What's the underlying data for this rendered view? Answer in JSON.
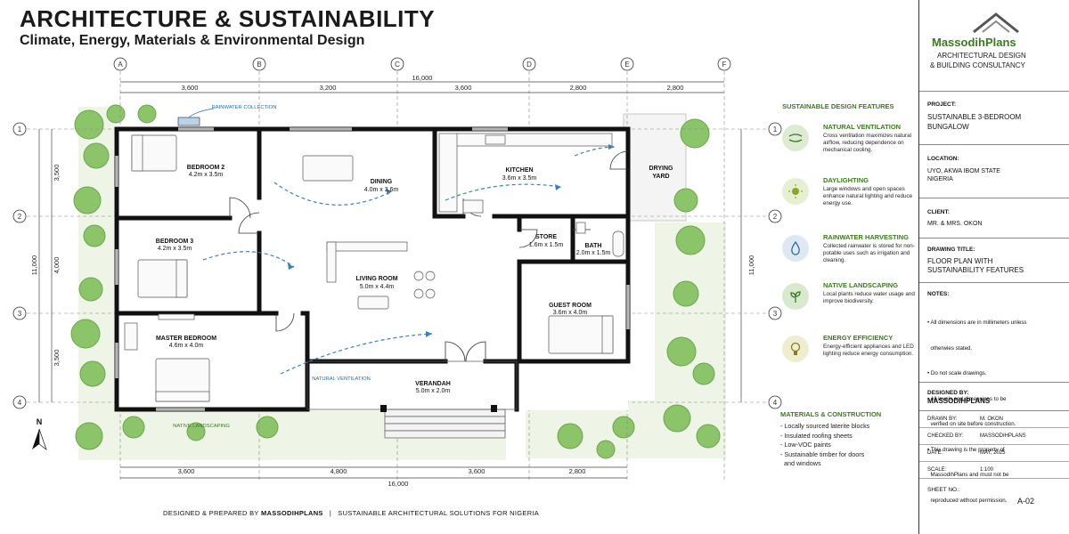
{
  "header": {
    "title": "ARCHITECTURE & SUSTAINABILITY",
    "subtitle": "Climate, Energy, Materials & Environmental Design"
  },
  "plan": {
    "grid_columns": [
      "A",
      "B",
      "C",
      "D",
      "E",
      "F"
    ],
    "grid_rows": [
      "1",
      "2",
      "3",
      "4"
    ],
    "top_total": "16,000",
    "top_dims": [
      "3,600",
      "3,200",
      "3,600",
      "2,800",
      "2,800"
    ],
    "bottom_total": "16,000",
    "bottom_dims": [
      "3,600",
      "4,800",
      "3,600",
      "2,800"
    ],
    "left_dims": [
      "3,500",
      "4,000",
      "3,500"
    ],
    "left_total": "11,000",
    "right_total": "11,000",
    "north": "N",
    "rooms": {
      "bedroom2": {
        "name": "BEDROOM 2",
        "size": "4.2m x 3.5m"
      },
      "dining": {
        "name": "DINING",
        "size": "4.0m x 3.6m"
      },
      "kitchen": {
        "name": "KITCHEN",
        "size": "3.6m x 3.5m"
      },
      "drying": {
        "name": "DRYING",
        "name2": "YARD"
      },
      "bedroom3": {
        "name": "BEDROOM 3",
        "size": "4.2m x 3.5m"
      },
      "store": {
        "name": "STORE",
        "size": "1.6m x 1.5m"
      },
      "bath": {
        "name": "BATH",
        "size": "2.0m x 1.5m"
      },
      "living": {
        "name": "LIVING ROOM",
        "size": "5.0m x 4.4m"
      },
      "guest": {
        "name": "GUEST ROOM",
        "size": "3.6m x 4.0m"
      },
      "master": {
        "name": "MASTER BEDROOM",
        "size": "4.6m x 4.0m"
      },
      "verandah": {
        "name": "VERANDAH",
        "size": "5.0m x 2.0m"
      }
    },
    "annotations": {
      "rainwater": "RAINWATER COLLECTION",
      "ventilation": "NATURAL VENTILATION",
      "landscaping": "NATIVE LANDSCAPING"
    }
  },
  "features": {
    "heading": "SUSTAINABLE DESIGN FEATURES",
    "items": [
      {
        "title": "NATURAL VENTILATION",
        "text": "Cross ventilation maximizes natural airflow, reducing dependence on mechanical cooling.",
        "icon": "wind-icon",
        "color": "#dcebd2"
      },
      {
        "title": "DAYLIGHTING",
        "text": "Large windows and open spaces enhance natural lighting and reduce energy use.",
        "icon": "sun-icon",
        "color": "#e6efcf"
      },
      {
        "title": "RAINWATER HARVESTING",
        "text": "Collected rainwater is stored for non-potable uses such as irrigation and cleaning.",
        "icon": "water-drop-icon",
        "color": "#dde8f2"
      },
      {
        "title": "NATIVE LANDSCAPING",
        "text": "Local plants reduce water usage and improve biodiversity.",
        "icon": "plant-icon",
        "color": "#d7ead0"
      },
      {
        "title": "ENERGY EFFICIENCY",
        "text": "Energy-efficient appliances and LED lighting reduce energy consumption.",
        "icon": "bulb-icon",
        "color": "#efedd0"
      }
    ]
  },
  "materials": {
    "heading": "MATERIALS & CONSTRUCTION",
    "items": [
      "- Locally sourced laterite blocks",
      "- Insulated roofing sheets",
      "- Low-VOC paints",
      "- Sustainable timber for doors",
      "  and windows"
    ]
  },
  "title_block": {
    "company": "MassodihPlans",
    "tagline1": "ARCHITECTURAL DESIGN",
    "tagline2": "& BUILDING CONSULTANCY",
    "project_label": "PROJECT:",
    "project_value1": "SUSTAINABLE 3-BEDROOM",
    "project_value2": "BUNGALOW",
    "location_label": "LOCATION:",
    "location_value1": "UYO, AKWA IBOM STATE",
    "location_value2": "NIGERIA",
    "client_label": "CLIENT:",
    "client_value": "MR. & MRS. OKON",
    "drawing_label": "DRAWING TITLE:",
    "drawing_value1": "FLOOR PLAN WITH",
    "drawing_value2": "SUSTAINABILITY FEATURES",
    "notes_label": "NOTES:",
    "notes": [
      "• All dimensions are in millimeters unless",
      "  otherwies stated.",
      "• Do not scale drawings.",
      "• All levels and dimensions to be",
      "  verified on site before construction.",
      "• This drawing is the property of",
      "  MassodihPlans and must not be",
      "  reproduced without permission."
    ],
    "designed_label": "DESIGNED BY:",
    "designed_value": "MASSODIHPLANS",
    "rows": [
      {
        "k": "DRAWN BY:",
        "v": "M. OKON"
      },
      {
        "k": "CHECKED BY:",
        "v": "MASSODIHPLANS"
      },
      {
        "k": "DATE:",
        "v": "MAY, 2025"
      },
      {
        "k": "SCALE:",
        "v": "1:100"
      }
    ],
    "sheet_label": "SHEET NO.:",
    "sheet_value": "A-02"
  },
  "footer": {
    "prefix": "DESIGNED & PREPARED BY ",
    "brand": "MASSODIHPLANS",
    "suffix": "   |   SUSTAINABLE ARCHITECTURAL SOLUTIONS FOR NIGERIA"
  },
  "colors": {
    "accent_green": "#3a7a1e",
    "wall": "#111111",
    "tree": "#8cc46a"
  }
}
